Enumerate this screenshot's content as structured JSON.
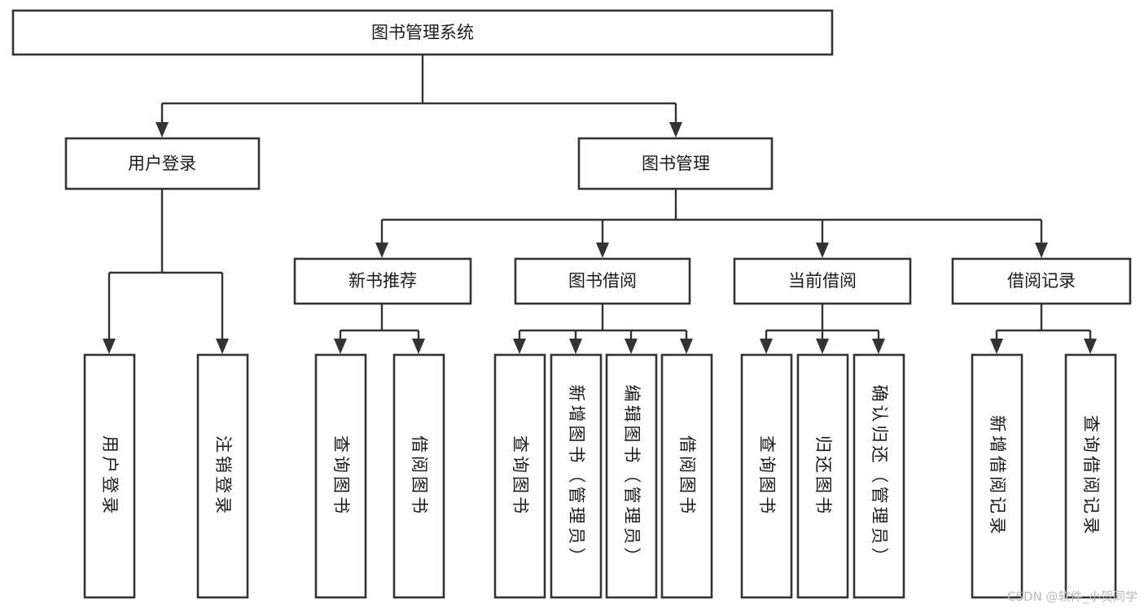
{
  "diagram": {
    "type": "tree",
    "title_node": "图书管理系统",
    "watermark": "CSDN @软件_小贺同学",
    "colors": {
      "box_stroke": "#333333",
      "box_fill": "#ffffff",
      "connector": "#333333",
      "text": "#1a1a1a",
      "watermark": "#b9b9b9",
      "background": "#ffffff"
    },
    "nodes": {
      "root": {
        "label": "图书管理系统"
      },
      "level2": [
        {
          "label": "用户登录"
        },
        {
          "label": "图书管理"
        }
      ],
      "level3": [
        {
          "label": "新书推荐"
        },
        {
          "label": "图书借阅"
        },
        {
          "label": "当前借阅"
        },
        {
          "label": "借阅记录"
        }
      ],
      "leaves": {
        "user_login": [
          {
            "label": "用户登录"
          },
          {
            "label": "注销登录"
          }
        ],
        "new_book_recommend": [
          {
            "label": "查询图书"
          },
          {
            "label": "借阅图书"
          }
        ],
        "book_borrow": [
          {
            "label": "查询图书"
          },
          {
            "label": "新增图书（管理员）"
          },
          {
            "label": "编辑图书（管理员）"
          },
          {
            "label": "借阅图书"
          }
        ],
        "current_borrow": [
          {
            "label": "查询图书"
          },
          {
            "label": "归还图书"
          },
          {
            "label": "确认归还（管理员）"
          }
        ],
        "borrow_record": [
          {
            "label": "新增借阅记录"
          },
          {
            "label": "查询借阅记录"
          }
        ]
      }
    }
  }
}
